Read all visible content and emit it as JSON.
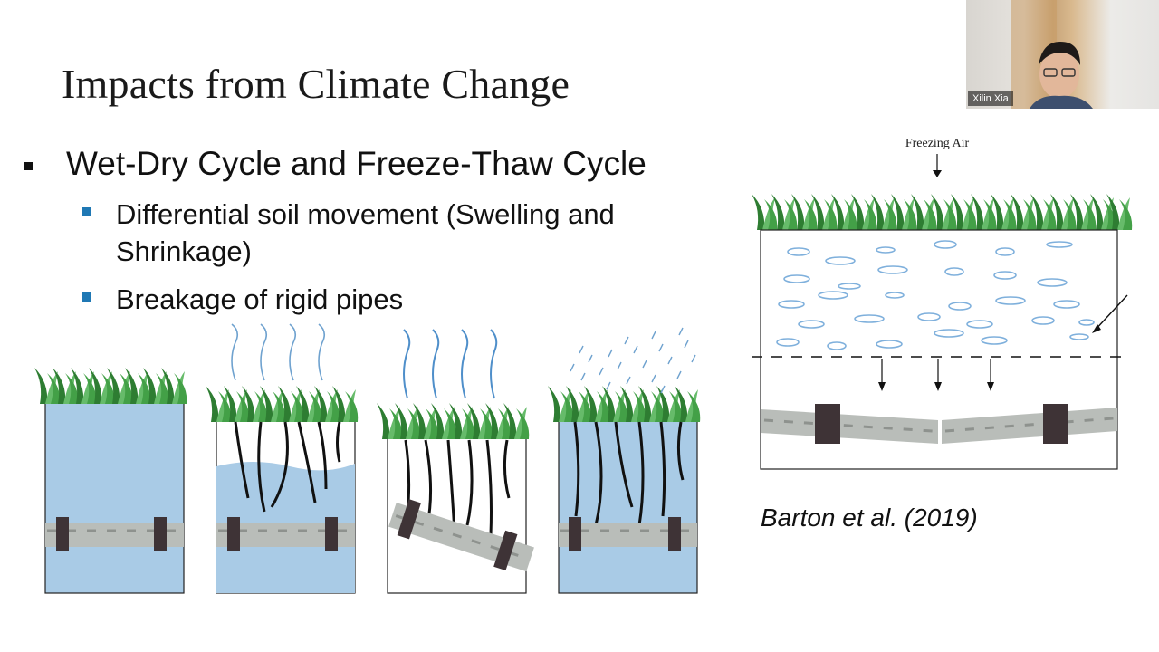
{
  "slide": {
    "title": "Impacts from Climate Change",
    "bullets": {
      "level1": "Wet-Dry Cycle and Freeze-Thaw Cycle",
      "level2": [
        "Differential soil movement (Swelling and Shrinkage)",
        "Breakage of rigid pipes"
      ]
    },
    "figure": {
      "freezing_label": "Freezing Air",
      "citation": "Barton et al. (2019)"
    }
  },
  "video": {
    "participant_name": "Xilin Xia"
  },
  "colors": {
    "water": "#a9cbe6",
    "grass_dark": "#2e7d32",
    "grass_light": "#66bb6a",
    "pipe": "#b9bdb9",
    "pipe_joint": "#3e3336",
    "bullet_blue": "#1f78b4"
  }
}
